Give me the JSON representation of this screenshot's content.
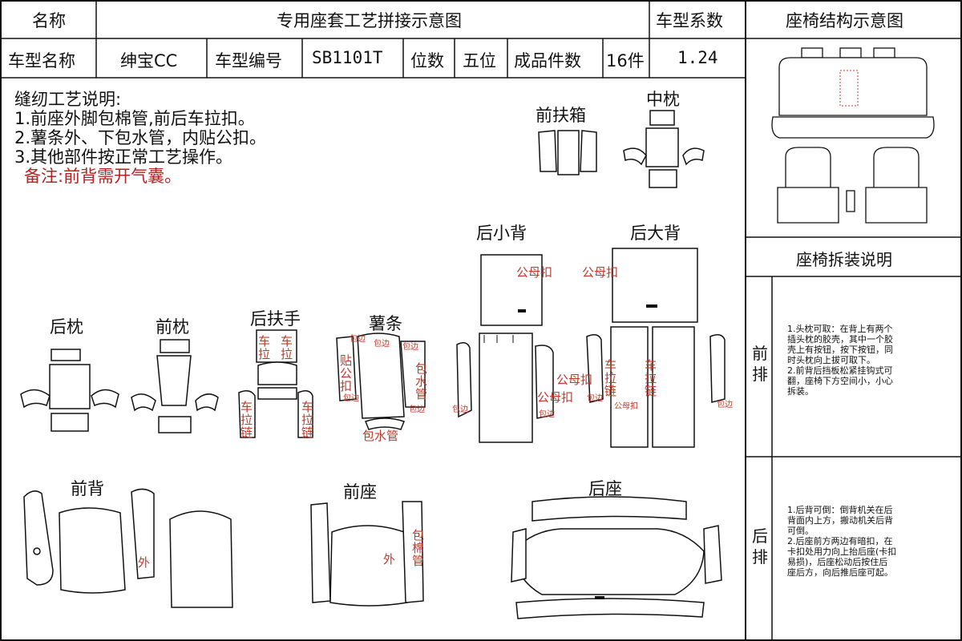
{
  "header": {
    "name_label": "名称",
    "title": "专用座套工艺拼接示意图",
    "coef_label": "车型系数",
    "struct_title": "座椅结构示意图"
  },
  "row2": {
    "model_name_label": "车型名称",
    "model_name": "绅宝CC",
    "model_code_label": "车型编号",
    "model_code": "SB1101T",
    "seats_label": "位数",
    "seats": "五位",
    "pieces_label": "成品件数",
    "pieces": "16件",
    "coef": "1.24"
  },
  "notes": {
    "heading": "缝纫工艺说明:",
    "lines": [
      "1.前座外脚包棉管,前后车拉扣。",
      "2.薯条外、下包水管，内贴公扣。",
      "3.其他部件按正常工艺操作。"
    ],
    "remark": "备注:前背需开气囊。"
  },
  "parts": {
    "front_box": "前扶箱",
    "middle_pillow": "中枕",
    "rear_small_back": "后小背",
    "rear_big_back": "后大背",
    "rear_pillow": "后枕",
    "front_pillow": "前枕",
    "rear_armrest": "后扶手",
    "chips": "薯条",
    "front_back": "前背",
    "front_seat": "前座",
    "rear_seat": "后座"
  },
  "annotations": {
    "snap": "公母扣",
    "pull": "车拉链",
    "pull_short": "车拉",
    "edge": "包边",
    "water_pipe": "包水管",
    "stick_snap": "贴公扣",
    "outer": "外",
    "cotton_pipe": "包棉管"
  },
  "side": {
    "disassembly_title": "座椅拆装说明",
    "front_row": "前排",
    "rear_row": "后排",
    "front_text": [
      "1.头枕可取：在背上有两个",
      "插头枕的胶壳，其中一个胶",
      "壳上有按钮，按下按钮，同",
      "时头枕向上拔可取下。",
      "2.前背后挡板松紧挂钩式可",
      "翻，座椅下方空间小，小心",
      "拆装。"
    ],
    "rear_text": [
      "1.后背可倒：倒背机关在后",
      "背面内上方，搬动机关后背",
      "可倒。",
      "2.后座前方两边有暗扣，在",
      "卡扣处用力向上抬后座(卡扣",
      "易损)，后座松动后按住后",
      "座后方，向后推后座可起。"
    ]
  },
  "colors": {
    "line": "#111111",
    "annotation_red": "#c0392b"
  }
}
